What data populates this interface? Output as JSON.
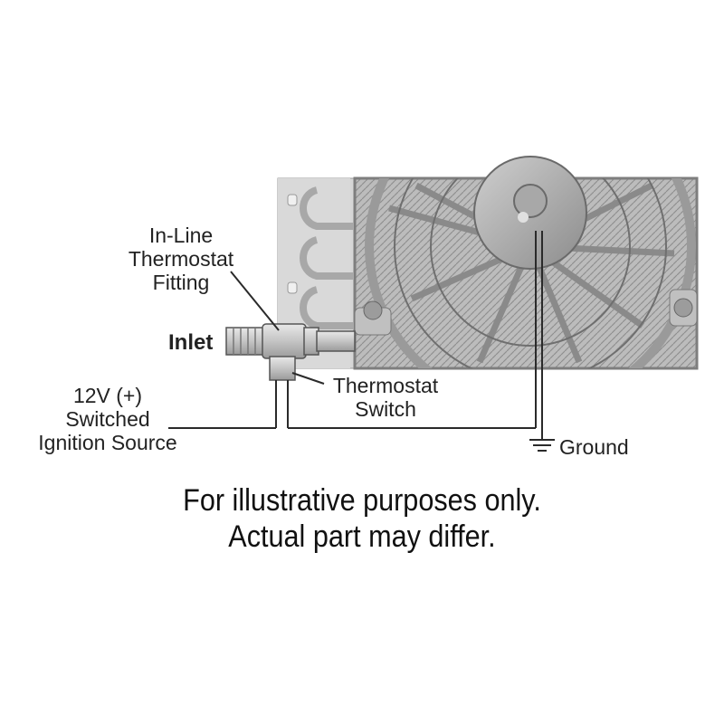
{
  "labels": {
    "fitting": [
      "In-Line",
      "Thermostat",
      "Fitting"
    ],
    "inlet": "Inlet",
    "switch": [
      "Thermostat",
      "Switch"
    ],
    "source": [
      "12V (+)",
      "Switched",
      "Ignition Source"
    ],
    "ground": "Ground"
  },
  "caption": [
    "For illustrative purposes only.",
    "Actual part may differ."
  ],
  "colors": {
    "line": "#2a2a2a",
    "metal": "#c9c9c9",
    "metal_dark": "#8a8a8a",
    "fan_shroud": "#b5b5b5",
    "background": "#ffffff"
  },
  "icons": {
    "ground": "ground-symbol-icon",
    "fan": "cooling-fan-icon",
    "fitting": "thermostat-fitting-icon"
  }
}
